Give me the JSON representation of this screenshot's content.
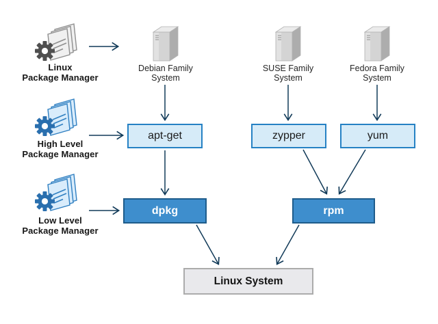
{
  "managers": [
    {
      "line1": "Linux",
      "line2": "Package Manager",
      "icon": "package-files-gear-icon",
      "style": "gray"
    },
    {
      "line1": "High Level",
      "line2": "Package Manager",
      "icon": "package-files-gear-icon",
      "style": "blue"
    },
    {
      "line1": "Low Level",
      "line2": "Package Manager",
      "icon": "package-files-gear-icon",
      "style": "blue"
    }
  ],
  "systems": [
    {
      "line1": "Debian Family",
      "line2": "System",
      "icon": "server-tower-icon"
    },
    {
      "line1": "SUSE Family",
      "line2": "System",
      "icon": "server-tower-icon"
    },
    {
      "line1": "Fedora Family",
      "line2": "System",
      "icon": "server-tower-icon"
    }
  ],
  "high_level_tools": [
    {
      "label": "apt-get"
    },
    {
      "label": "zypper"
    },
    {
      "label": "yum"
    }
  ],
  "low_level_tools": [
    {
      "label": "dpkg"
    },
    {
      "label": "rpm"
    }
  ],
  "target_system": {
    "label": "Linux System"
  },
  "colors": {
    "arrow": "#113a58",
    "tool_box_fill": "#d6ebf8",
    "tool_box_border": "#2581c4",
    "low_level_box_fill": "#3e8ecd",
    "low_level_box_border": "#1e5c8b",
    "target_box_fill": "#e9e9ec",
    "target_box_border": "#ababab"
  }
}
